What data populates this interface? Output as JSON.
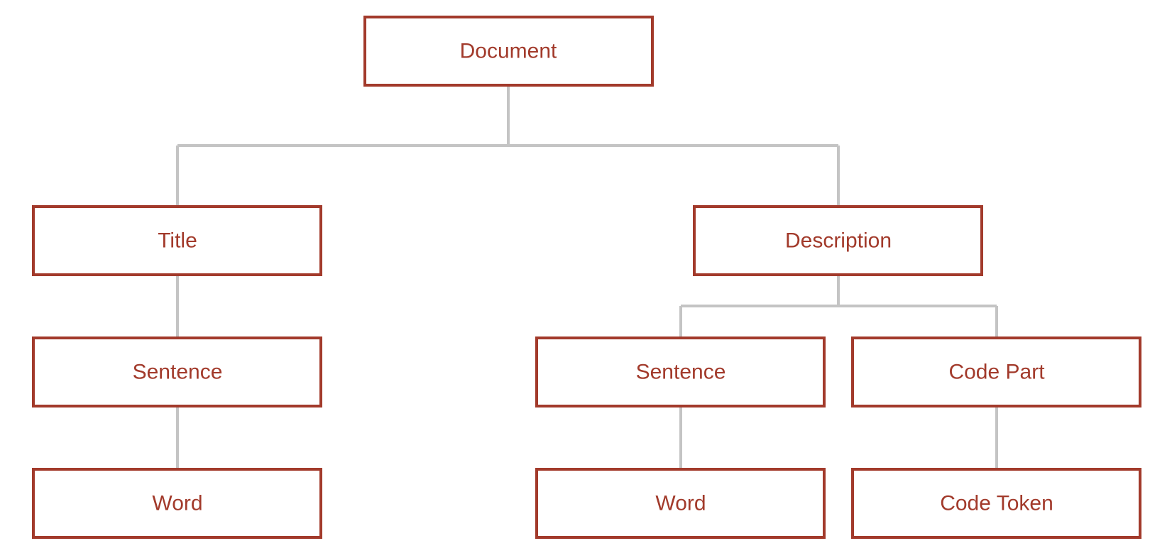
{
  "colors": {
    "node_border": "#a23a2b",
    "node_text": "#a23a2b",
    "connector": "#c4c4c4",
    "background": "#ffffff"
  },
  "nodes": {
    "document": "Document",
    "title": "Title",
    "description": "Description",
    "title_sentence": "Sentence",
    "title_word": "Word",
    "description_sentence": "Sentence",
    "description_code_part": "Code Part",
    "description_word": "Word",
    "description_code_token": "Code Token"
  },
  "edges": [
    [
      "document",
      "title"
    ],
    [
      "document",
      "description"
    ],
    [
      "title",
      "title_sentence"
    ],
    [
      "title_sentence",
      "title_word"
    ],
    [
      "description",
      "description_sentence"
    ],
    [
      "description",
      "description_code_part"
    ],
    [
      "description_sentence",
      "description_word"
    ],
    [
      "description_code_part",
      "description_code_token"
    ]
  ]
}
